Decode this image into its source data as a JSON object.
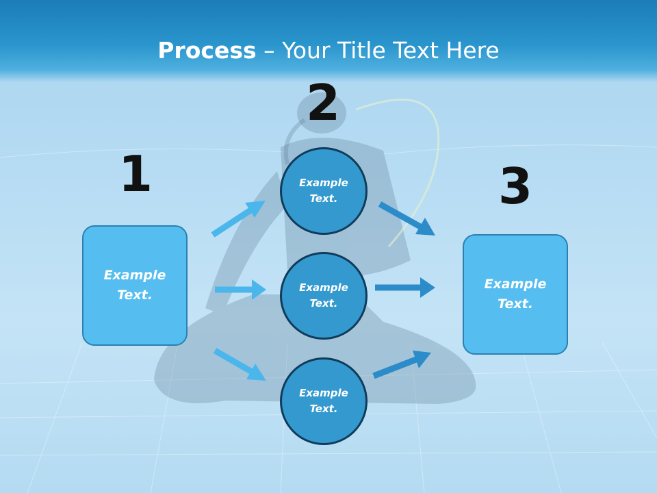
{
  "title": {
    "bold": "Process",
    "rest": " – Your Title Text Here"
  },
  "steps": [
    {
      "number": "1",
      "text": "Example Text."
    },
    {
      "number": "2",
      "items": [
        "Example Text.",
        "Example Text.",
        "Example Text."
      ]
    },
    {
      "number": "3",
      "text": "Example Text."
    }
  ],
  "colors": {
    "title_bar": "#2a95cd",
    "box_fill": "#55bdef",
    "box_border": "#2a81b1",
    "circle_fill": "#3399cf",
    "circle_border": "#103b5a",
    "arrow_light": "#4ab6ec",
    "arrow_dark": "#2b8cc9"
  }
}
